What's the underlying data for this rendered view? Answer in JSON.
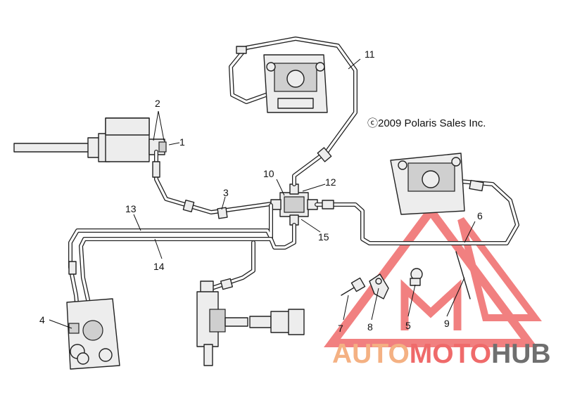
{
  "copyright": "ⓒ2009 Polaris Sales Inc.",
  "callouts": {
    "c1": "1",
    "c2": "2",
    "c3": "3",
    "c4": "4",
    "c5": "5",
    "c6": "6",
    "c7": "7",
    "c8": "8",
    "c9": "9",
    "c10": "10",
    "c11": "11",
    "c12": "12",
    "c13": "13",
    "c14": "14",
    "c15": "15"
  },
  "watermark": {
    "part1": "AUTO",
    "part2": "MOTO",
    "part3": "HUB"
  },
  "colors": {
    "orange": "#f4b183",
    "red": "#ef6a6a",
    "gray": "#6f6f6f"
  }
}
